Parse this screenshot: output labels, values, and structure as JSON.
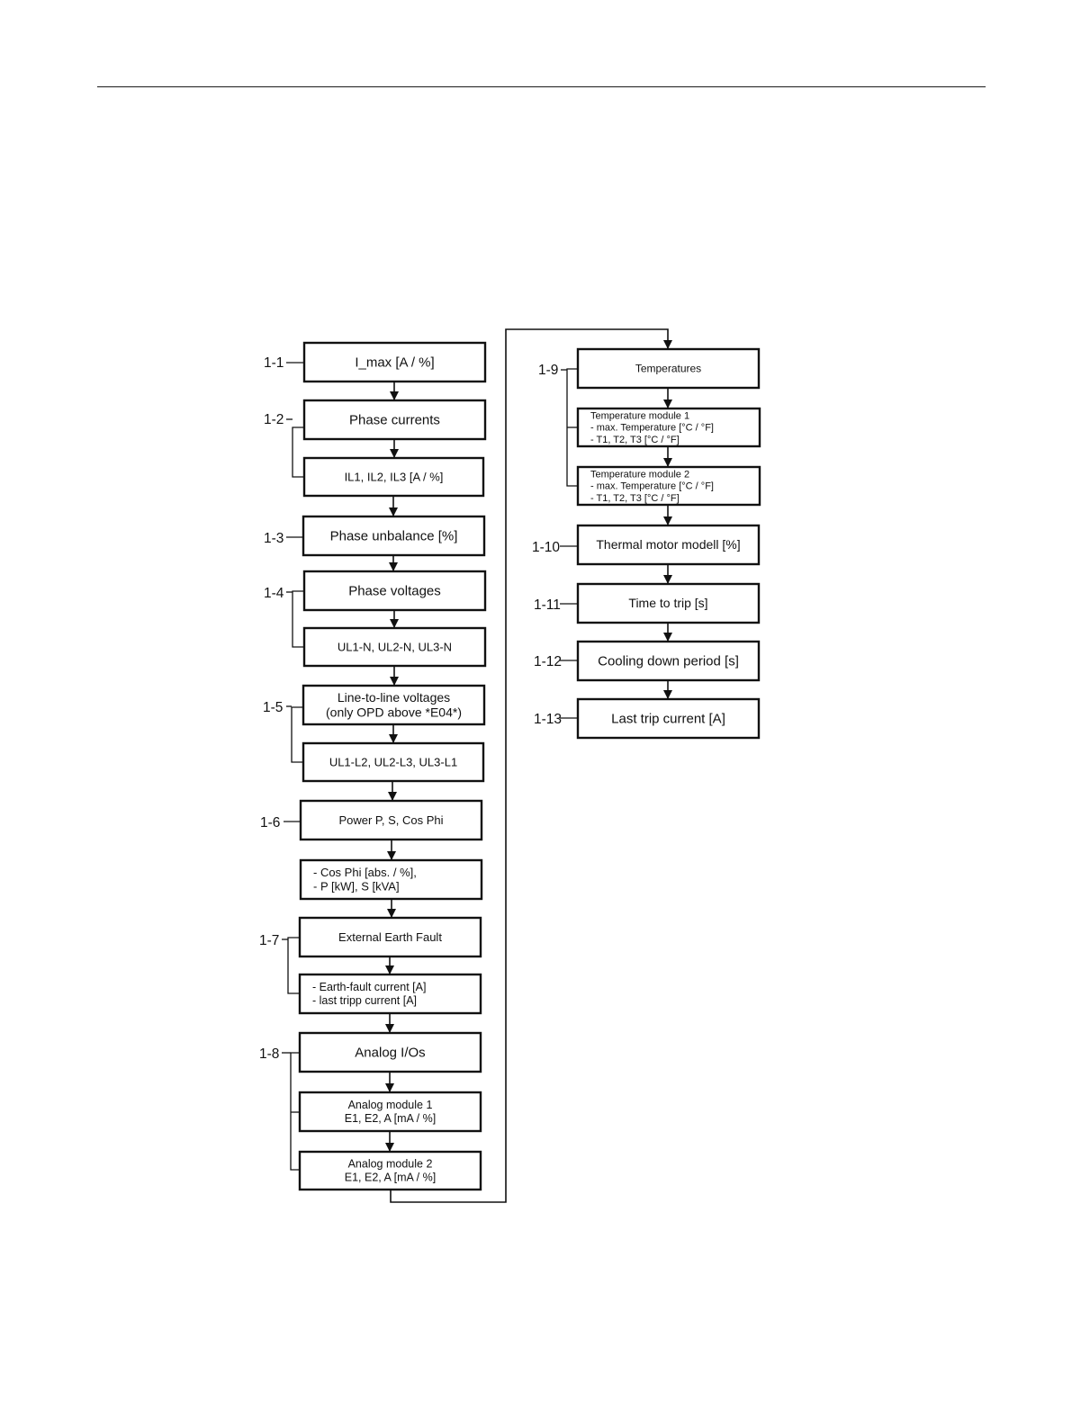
{
  "nodes": [
    {
      "id": "n1-1",
      "lines": [
        "I_max [A / %]"
      ]
    },
    {
      "id": "n1-2a",
      "lines": [
        "Phase currents"
      ]
    },
    {
      "id": "n1-2b",
      "lines": [
        "IL1, IL2, IL3 [A / %]"
      ]
    },
    {
      "id": "n1-3",
      "lines": [
        "Phase unbalance [%]"
      ]
    },
    {
      "id": "n1-4a",
      "lines": [
        "Phase voltages"
      ]
    },
    {
      "id": "n1-4b",
      "lines": [
        "UL1-N, UL2-N, UL3-N"
      ]
    },
    {
      "id": "n1-5a",
      "lines": [
        "Line-to-line voltages",
        "(only OPD above *E04*)"
      ]
    },
    {
      "id": "n1-5b",
      "lines": [
        "UL1-L2, UL2-L3, UL3-L1"
      ]
    },
    {
      "id": "n1-6a",
      "lines": [
        "Power P, S, Cos Phi"
      ]
    },
    {
      "id": "n1-6b",
      "lines": [
        "- Cos Phi [abs. / %],",
        "- P [kW], S [kVA]"
      ]
    },
    {
      "id": "n1-7a",
      "lines": [
        "External Earth Fault"
      ]
    },
    {
      "id": "n1-7b",
      "lines": [
        "- Earth-fault current [A]",
        "- last tripp current [A]"
      ]
    },
    {
      "id": "n1-8a",
      "lines": [
        "Analog I/Os"
      ]
    },
    {
      "id": "n1-8b",
      "lines": [
        "Analog module 1",
        "E1, E2, A [mA / %]"
      ]
    },
    {
      "id": "n1-8c",
      "lines": [
        "Analog module 2",
        "E1, E2, A [mA / %]"
      ]
    },
    {
      "id": "n1-9a",
      "lines": [
        "Temperatures"
      ]
    },
    {
      "id": "n1-9b",
      "lines": [
        "Temperature module 1",
        "- max. Temperature [°C / °F]",
        "- T1, T2, T3 [°C / °F]"
      ]
    },
    {
      "id": "n1-9c",
      "lines": [
        "Temperature module 2",
        "- max. Temperature [°C / °F]",
        "- T1, T2, T3 [°C / °F]"
      ]
    },
    {
      "id": "n1-10",
      "lines": [
        "Thermal motor modell [%]"
      ]
    },
    {
      "id": "n1-11",
      "lines": [
        "Time to trip [s]"
      ]
    },
    {
      "id": "n1-12",
      "lines": [
        "Cooling down period [s]"
      ]
    },
    {
      "id": "n1-13",
      "lines": [
        "Last trip current [A]"
      ]
    }
  ],
  "step_labels": [
    {
      "id": "s1-1",
      "text": "1-1"
    },
    {
      "id": "s1-2",
      "text": "1-2"
    },
    {
      "id": "s1-3",
      "text": "1-3"
    },
    {
      "id": "s1-4",
      "text": "1-4"
    },
    {
      "id": "s1-5",
      "text": "1-5"
    },
    {
      "id": "s1-6",
      "text": "1-6"
    },
    {
      "id": "s1-7",
      "text": "1-7"
    },
    {
      "id": "s1-8",
      "text": "1-8"
    },
    {
      "id": "s1-9",
      "text": "1-9"
    },
    {
      "id": "s1-10",
      "text": "1-10"
    },
    {
      "id": "s1-11",
      "text": "1-11"
    },
    {
      "id": "s1-12",
      "text": "1-12"
    },
    {
      "id": "s1-13",
      "text": "1-13"
    }
  ]
}
